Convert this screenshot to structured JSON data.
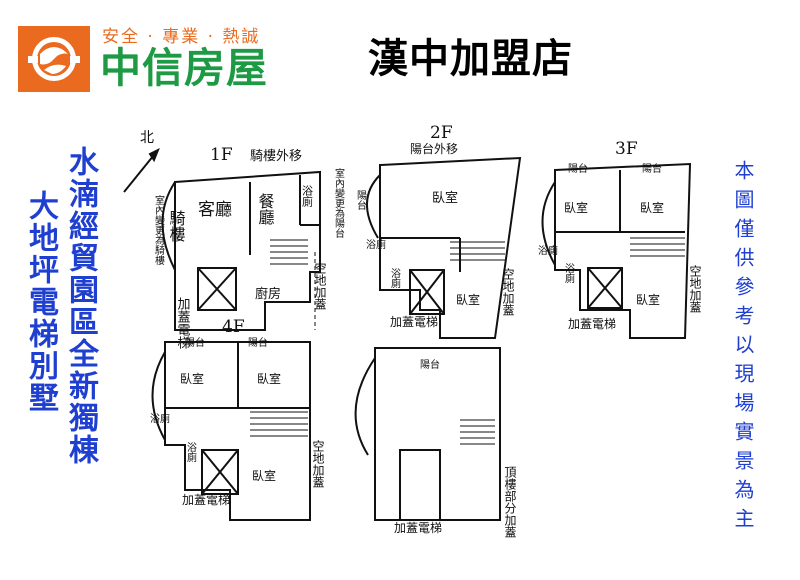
{
  "header": {
    "slogan": "安全 · 專業 · 熱誠",
    "brand": "中信房屋",
    "store": "漢中加盟店"
  },
  "side": {
    "left_line_1": "大地坪電梯別墅",
    "left_line_2": "水湳經貿園區全新獨棟",
    "right_note": "本圖僅供參考以現場實景為主"
  },
  "colors": {
    "brand_orange": "#ea6b1f",
    "brand_green": "#1e9a45",
    "side_blue": "#1f3fd0"
  },
  "plan": {
    "north": "北",
    "floor_1f": {
      "label": "1F",
      "arcade": "騎樓外移",
      "arcade_room": "騎樓",
      "indoor_change": "室內變更為騎樓",
      "living": "客廳",
      "dining": "餐廳",
      "bath": "浴廁",
      "elevator": "加蓋電梯",
      "kitchen": "廚房",
      "open_space": "空地加蓋"
    },
    "floor_2f": {
      "label": "2F",
      "balcony_move": "陽台外移",
      "indoor_change": "室內變更為陽台",
      "balcony": "陽台",
      "bedroom_1": "臥室",
      "bath_1": "浴廁",
      "bath_2": "浴廁",
      "elevator": "加蓋電梯",
      "bedroom_2": "臥室",
      "open_space": "空地加蓋"
    },
    "floor_3f": {
      "label": "3F",
      "balcony_1": "陽台",
      "balcony_2": "陽台",
      "bedroom_1": "臥室",
      "bedroom_2": "臥室",
      "bath_1": "浴廁",
      "bath_2": "浴廁",
      "elevator": "加蓋電梯",
      "bedroom_3": "臥室",
      "open_space": "空地加蓋"
    },
    "floor_4f": {
      "label": "4F",
      "balcony_1": "陽台",
      "balcony_2": "陽台",
      "bedroom_1": "臥室",
      "bedroom_2": "臥室",
      "bath_1": "浴廁",
      "bath_2": "浴廁",
      "elevator": "加蓋電梯",
      "bedroom_3": "臥室",
      "open_space": "空地加蓋"
    },
    "floor_roof": {
      "balcony": "陽台",
      "elevator": "加蓋電梯",
      "roof_part": "頂樓部分加蓋"
    }
  }
}
